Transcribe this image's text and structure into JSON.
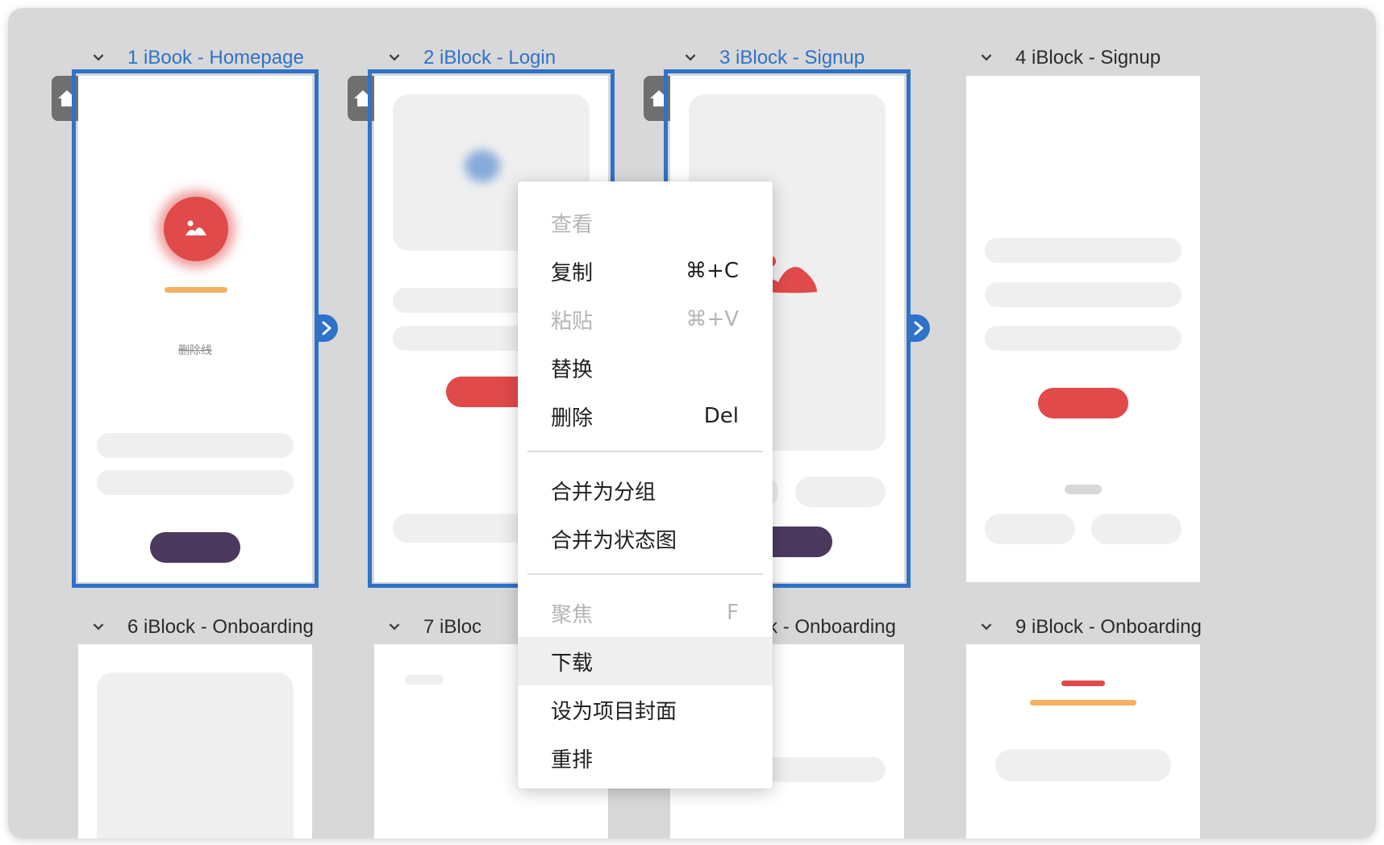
{
  "frames": [
    {
      "title": "1 iBook - Homepage",
      "selected": true,
      "body_text": "删除线"
    },
    {
      "title": "2 iBlock - Login",
      "selected": true
    },
    {
      "title": "3 iBlock - Signup",
      "selected": true
    },
    {
      "title": "4 iBlock - Signup",
      "selected": false
    },
    {
      "title": "6 iBlock - Onboarding",
      "selected": false
    },
    {
      "title": "7 iBloc",
      "selected": false
    },
    {
      "title": "8 iBlock - Onboarding",
      "selected": false
    },
    {
      "title": "9 iBlock - Onboarding",
      "selected": false
    }
  ],
  "context_menu": {
    "items": [
      {
        "label": "查看",
        "shortcut": "",
        "disabled": true
      },
      {
        "label": "复制",
        "shortcut": "⌘+C",
        "disabled": false
      },
      {
        "label": "粘贴",
        "shortcut": "⌘+V",
        "disabled": true
      },
      {
        "label": "替换",
        "shortcut": "",
        "disabled": false
      },
      {
        "label": "删除",
        "shortcut": "Del",
        "disabled": false
      },
      {
        "label": "合并为分组",
        "shortcut": "",
        "disabled": false
      },
      {
        "label": "合并为状态图",
        "shortcut": "",
        "disabled": false
      },
      {
        "label": "聚焦",
        "shortcut": "F",
        "disabled": true
      },
      {
        "label": "下载",
        "shortcut": "",
        "disabled": false,
        "highlighted": true
      },
      {
        "label": "设为项目封面",
        "shortcut": "",
        "disabled": false
      },
      {
        "label": "重排",
        "shortcut": "",
        "disabled": false
      }
    ]
  },
  "colors": {
    "selection": "#2f72c9",
    "accent_red": "#e04a4a",
    "accent_orange": "#f5b060",
    "dark_button": "#4b3a5e",
    "canvas": "#d8d8d8"
  }
}
